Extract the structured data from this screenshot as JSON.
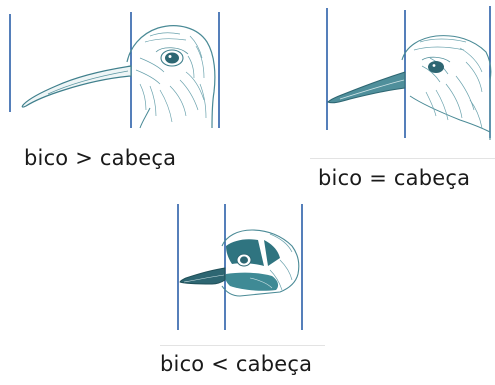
{
  "panels": [
    {
      "id": "long",
      "caption": "bico > cabeça",
      "subject": "bird head with beak longer than head (curlew)"
    },
    {
      "id": "equal",
      "caption": "bico = cabeça",
      "subject": "bird head with beak equal to head (sandpiper)"
    },
    {
      "id": "short",
      "caption": "bico < cabeça",
      "subject": "bird head with beak shorter than head (plover)"
    }
  ],
  "colors": {
    "measure_line": "#2b5fa8",
    "ink": "#3f7f8c",
    "ink_dark": "#2d6672",
    "caption_text": "#1a1a1a"
  }
}
